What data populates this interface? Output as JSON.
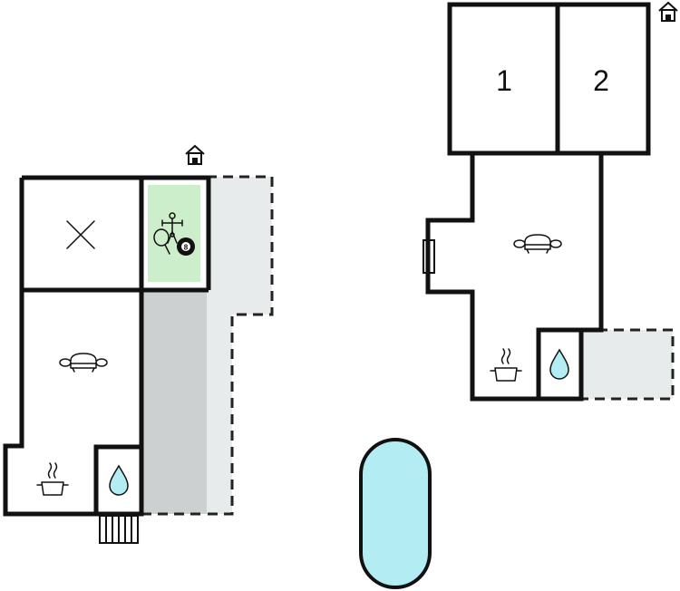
{
  "rooms": {
    "bedroom_1": "1",
    "bedroom_2": "2"
  },
  "colors": {
    "terrace_light": "#e8ebeb",
    "terrace_dark": "#cdd0d0",
    "activity_room": "#cdeecb",
    "water": "#b4ecf4",
    "wall": "#111111"
  },
  "icons": {
    "entrance_left": "house-entrance-icon",
    "entrance_right": "house-entrance-icon",
    "activities": [
      "table-football-icon",
      "table-tennis-icon",
      "billiard-ball-icon"
    ],
    "billiard_ball_number": "8"
  }
}
